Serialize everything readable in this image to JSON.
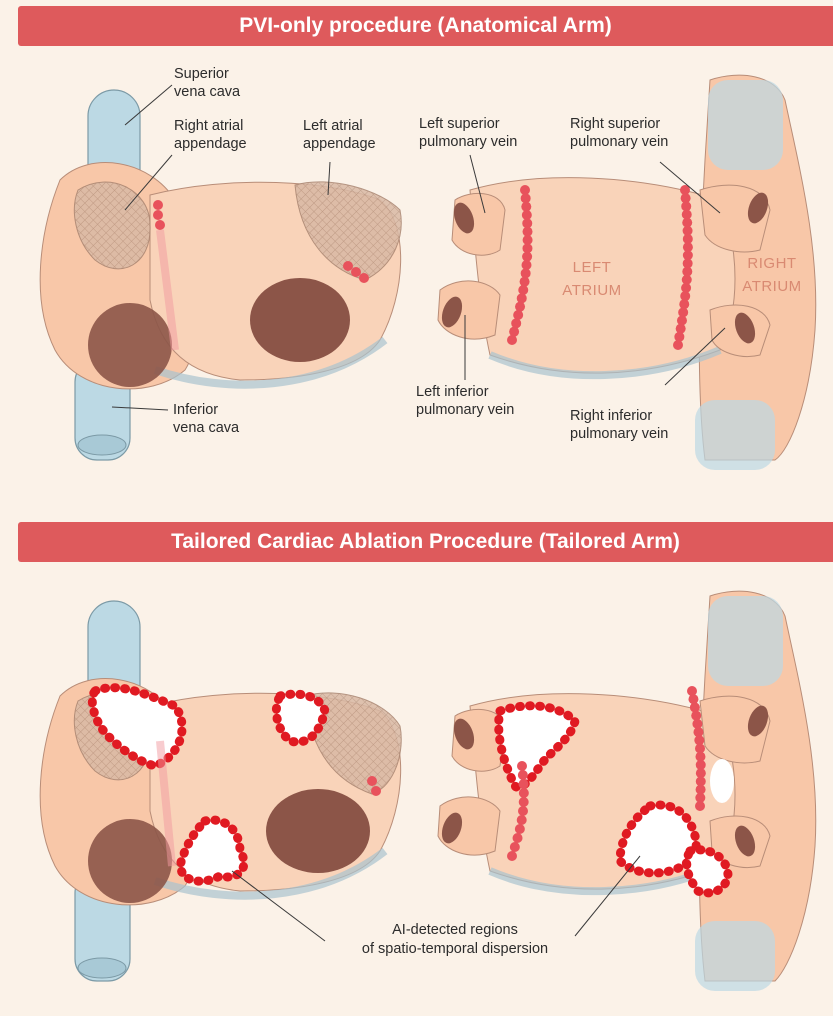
{
  "banners": {
    "top": "PVI-only procedure (Anatomical Arm)",
    "bottom": "Tailored Cardiac Ablation Procedure (Tailored Arm)"
  },
  "labels": {
    "svc": [
      "Superior",
      "vena cava"
    ],
    "raa": [
      "Right atrial",
      "appendage"
    ],
    "laa": [
      "Left atrial",
      "appendage"
    ],
    "ivc": [
      "Inferior",
      "vena cava"
    ],
    "lspv": [
      "Left superior",
      "pulmonary vein"
    ],
    "rspv": [
      "Right superior",
      "pulmonary vein"
    ],
    "lipv": [
      "Left inferior",
      "pulmonary vein"
    ],
    "ripv": [
      "Right inferior",
      "pulmonary vein"
    ],
    "left_atrium": [
      "LEFT",
      "ATRIUM"
    ],
    "right_atrium": [
      "RIGHT",
      "ATRIUM"
    ],
    "ai_regions": [
      "AI-detected regions",
      "of spatio-temporal dispersion"
    ]
  },
  "colors": {
    "banner": "#de5a5c",
    "background": "#fbf2e8",
    "atrium": "#f9cfb3",
    "vessel": "#bcd9e4",
    "vein_ostium": "#8a5145",
    "ablation_line": "#e8525c",
    "ai_region_outline": "#e01a22"
  }
}
